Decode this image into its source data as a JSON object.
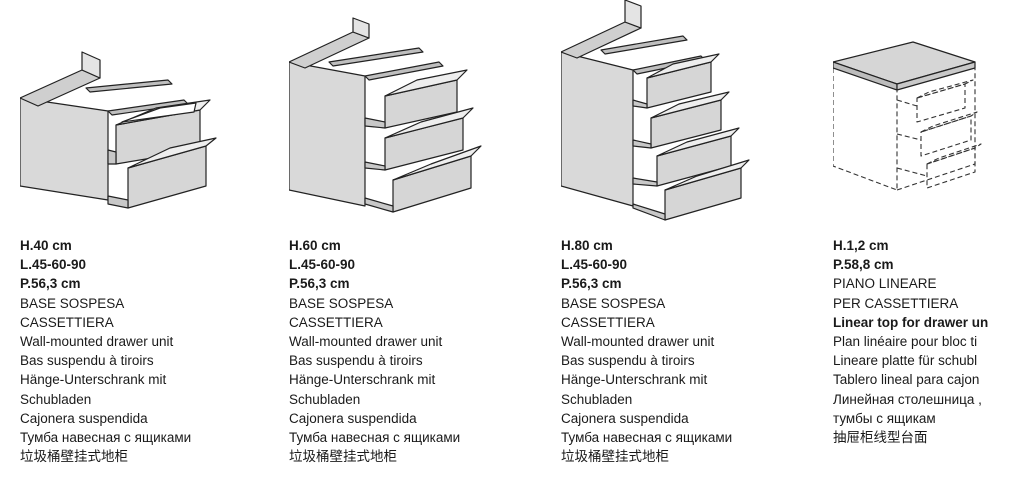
{
  "items": [
    {
      "height": "H.40 cm",
      "width": "L.45-60-90",
      "depth": "P.56,3 cm",
      "name_it_1": "BASE SOSPESA",
      "name_it_2": "CASSETTIERA",
      "en": "Wall-mounted drawer unit",
      "fr": "Bas suspendu à tiroirs",
      "de_1": "Hänge-Unterschrank mit",
      "de_2": "Schubladen",
      "es": "Cajonera suspendida",
      "ru": "Тумба навесная с ящиками",
      "zh": "垃圾桶壁挂式地柜"
    },
    {
      "height": "H.60 cm",
      "width": "L.45-60-90",
      "depth": "P.56,3 cm",
      "name_it_1": "BASE SOSPESA",
      "name_it_2": "CASSETTIERA",
      "en": "Wall-mounted drawer unit",
      "fr": "Bas suspendu à tiroirs",
      "de_1": "Hänge-Unterschrank mit",
      "de_2": "Schubladen",
      "es": "Cajonera suspendida",
      "ru": "Тумба навесная с ящиками",
      "zh": "垃圾桶壁挂式地柜"
    },
    {
      "height": "H.80 cm",
      "width": "L.45-60-90",
      "depth": "P.56,3 cm",
      "name_it_1": "BASE SOSPESA",
      "name_it_2": "CASSETTIERA",
      "en": "Wall-mounted drawer unit",
      "fr": "Bas suspendu à tiroirs",
      "de_1": "Hänge-Unterschrank mit",
      "de_2": "Schubladen",
      "es": "Cajonera suspendida",
      "ru": "Тумба навесная с ящиками",
      "zh": "垃圾桶壁挂式地柜"
    },
    {
      "height": "H.1,2 cm",
      "depth": "P.58,8 cm",
      "name_it_1": "PIANO LINEARE",
      "name_it_2": "PER CASSETTIERA",
      "en": "Linear top for drawer un",
      "fr": "Plan linéaire pour bloc ti",
      "de": "Lineare platte für schubl",
      "es": "Tablero lineal para cajon",
      "ru": "Линейная столешница ,",
      "ru_2": "тумбы с ящикам",
      "zh": "抽屉柜线型台面"
    }
  ]
}
